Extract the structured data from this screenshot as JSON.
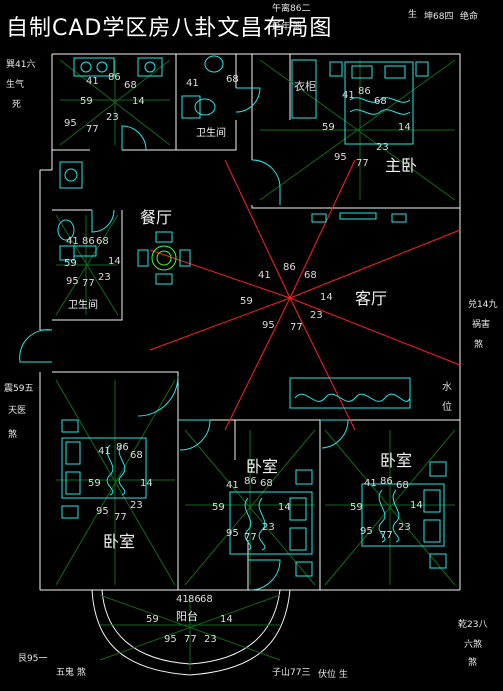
{
  "title": "自制CAD学区房八卦文昌布局图",
  "rooms": {
    "toilet_top": "卫生间",
    "toilet_left": "卫生间",
    "master": "主卧",
    "dining": "餐厅",
    "living": "客厅",
    "bedroom_left": "卧室",
    "bedroom_mid": "卧室",
    "bedroom_right": "卧室",
    "balcony": "阳台"
  },
  "fixtures": {
    "wardrobe": "衣柜",
    "water_1": "水",
    "water_2": "位"
  },
  "gua_labels": {
    "top_center": "午离86二",
    "top_center_sub": "延年 煞",
    "top_right_a": "生",
    "top_right_b": "坤68四",
    "top_right_c": "绝命",
    "left_top_a": "巽41六",
    "left_top_b": "生气",
    "left_top_c": "死",
    "right_mid_a": "兑14九",
    "right_mid_b": "祸害",
    "right_mid_c": "煞",
    "left_mid_a": "震59五",
    "left_mid_b": "天医",
    "left_mid_c": "煞",
    "bottom_left": "艮95一",
    "bottom_left2": "五鬼 煞",
    "bottom_center": "子山77三",
    "bottom_center2": "伏位 生",
    "bottom_right_a": "乾23八",
    "bottom_right_b": "六煞",
    "bottom_right_c": "煞"
  },
  "compass_numbers": [
    "41",
    "86",
    "68",
    "59",
    "14",
    "95",
    "77",
    "23"
  ]
}
